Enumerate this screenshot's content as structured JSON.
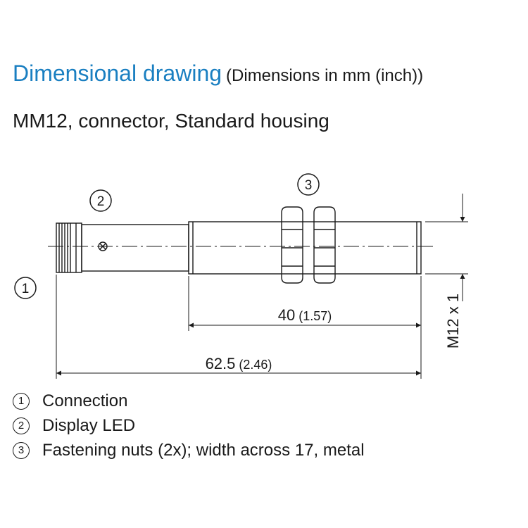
{
  "header": {
    "title": "Dimensional drawing",
    "title_note": "(Dimensions in mm (inch))",
    "subtitle": "MM12, connector, Standard housing"
  },
  "drawing": {
    "callouts": [
      "1",
      "2",
      "3"
    ],
    "dim_length_40": {
      "value": "40",
      "inch": "(1.57)"
    },
    "dim_length_62": {
      "value": "62.5",
      "inch": "(2.46)"
    },
    "dim_thread": "M12 x 1"
  },
  "legend": [
    {
      "num": "1",
      "text": "Connection"
    },
    {
      "num": "2",
      "text": "Display LED"
    },
    {
      "num": "3",
      "text": "Fastening nuts (2x); width across 17, metal"
    }
  ],
  "colors": {
    "title": "#1a7fc1",
    "line": "#1a1a1a"
  }
}
